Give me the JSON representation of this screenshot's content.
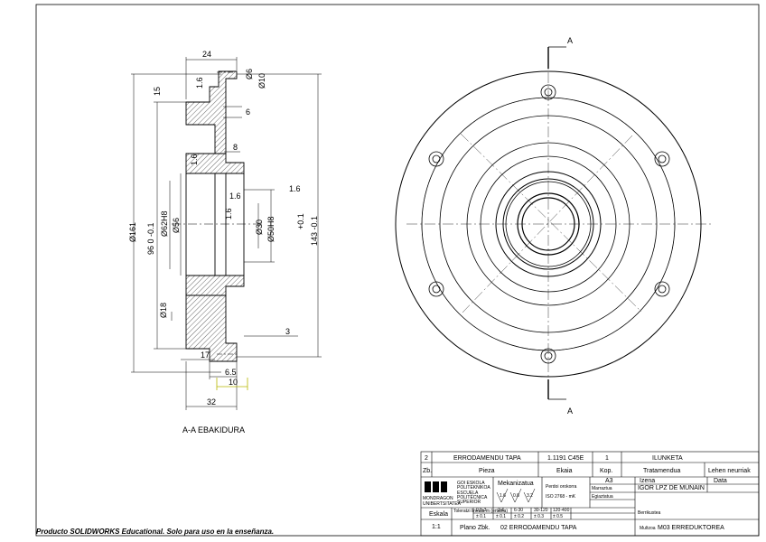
{
  "section": {
    "title": "A-A EBAKIDURA",
    "dims": {
      "d24": "24",
      "d15": "15",
      "d16a": "1.6",
      "phi6": "Ø6",
      "phi10": "Ø10",
      "d6": "6",
      "d8": "8",
      "d16b": "1.6",
      "d16c": "1.6",
      "d16d": "1.6",
      "d16e": "1.6",
      "phi161": "Ø161",
      "d96": "96 0 -0.1",
      "phi62": "Ø62H8",
      "phi56": "Ø56",
      "phi30": "Ø30",
      "phi50": "Ø50H8",
      "d143": "143 -0.1",
      "plus01": "+0.1",
      "phi18": "Ø18",
      "d3": "3",
      "d17": "17",
      "d65": "6.5",
      "d10": "10",
      "d32": "32"
    }
  },
  "front_view": {
    "section_mark_top": "A",
    "section_mark_bottom": "A"
  },
  "title_block": {
    "row1": {
      "zb": "2",
      "pieza": "ERRODAMENDU TAPA",
      "material": "1.1191 C45E",
      "kop": "1",
      "tratamendua": "ILUNKETA"
    },
    "row2": {
      "zb": "Zb.",
      "pieza": "Pieza",
      "material": "Ekaia",
      "kop": "Kop.",
      "tratamendua": "Tratamendua",
      "lehen": "Lehen neurriak"
    },
    "logo": {
      "name": "MONDRAGON",
      "sub1": "GOI ESKOLA",
      "sub2": "POLITEKNIKOA",
      "sub3": "ESCUELA",
      "sub4": "POLITÉCNICA",
      "sub5": "SUPERIOR",
      "sub6": "UNIBERTSITATEA"
    },
    "mekanizatua": "Mekanizatua",
    "roughness": [
      "1.6",
      "0.8",
      "3.2"
    ],
    "perdoi_label": "Perdoi orokorra",
    "perdoi_value": "ISO 2768 - mK",
    "a3": "A3",
    "izena": "Izena",
    "data": "Data",
    "marraztua": "Marraztua",
    "marraztua_val": "IGOR LPZ DE MUNAIN",
    "egiaztatua": "Egiaztatua",
    "berrikustea": "Berrikustea",
    "eskala": "Eskala",
    "eskala_val": "1:1",
    "tol_label": "Toleratzi lineala m (ertaina)",
    "tol_headers": [
      "0,5-3",
      "3-6",
      "6-30",
      "30-120",
      "120-400"
    ],
    "tol_values": [
      "± 0.1",
      "± 0.1",
      "± 0.2",
      "± 0.3",
      "± 0.5"
    ],
    "plano_label": "Plano Zbk.",
    "plano_val": "02 ERRODAMENDU TAPA",
    "multzoa_label": "Multzoa",
    "multzoa_val": "M03 ERREDUKTOREA"
  },
  "footer": "Producto SOLIDWORKS Educational. Solo para uso en la enseñanza."
}
